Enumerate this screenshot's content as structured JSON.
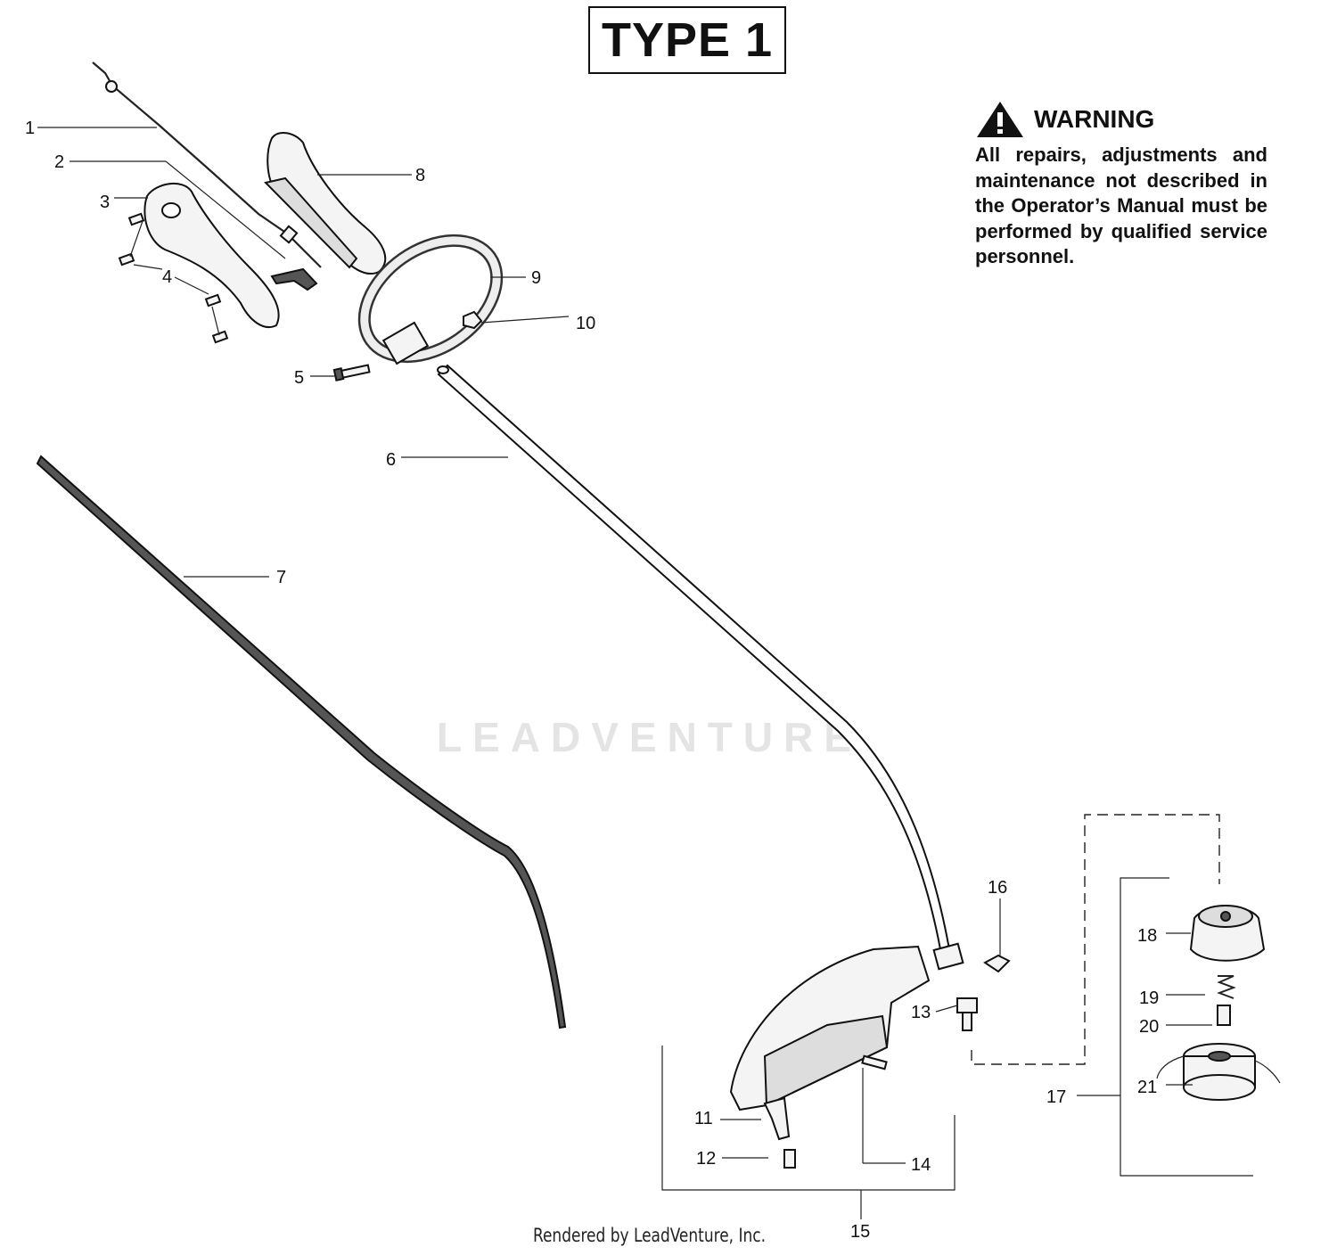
{
  "title": "TYPE 1",
  "warning": {
    "heading": "WARNING",
    "text": "All repairs, adjustments and maintenance not described in the Operator’s Manual must be performed by qualified service personnel."
  },
  "watermark": "LEADVENTURE",
  "footer": "Rendered by LeadVenture, Inc.",
  "callouts": [
    "1",
    "2",
    "3",
    "4",
    "5",
    "6",
    "7",
    "8",
    "9",
    "10",
    "11",
    "12",
    "13",
    "14",
    "15",
    "16",
    "17",
    "18",
    "19",
    "20",
    "21"
  ],
  "icons": [
    "warning-triangle-icon"
  ]
}
